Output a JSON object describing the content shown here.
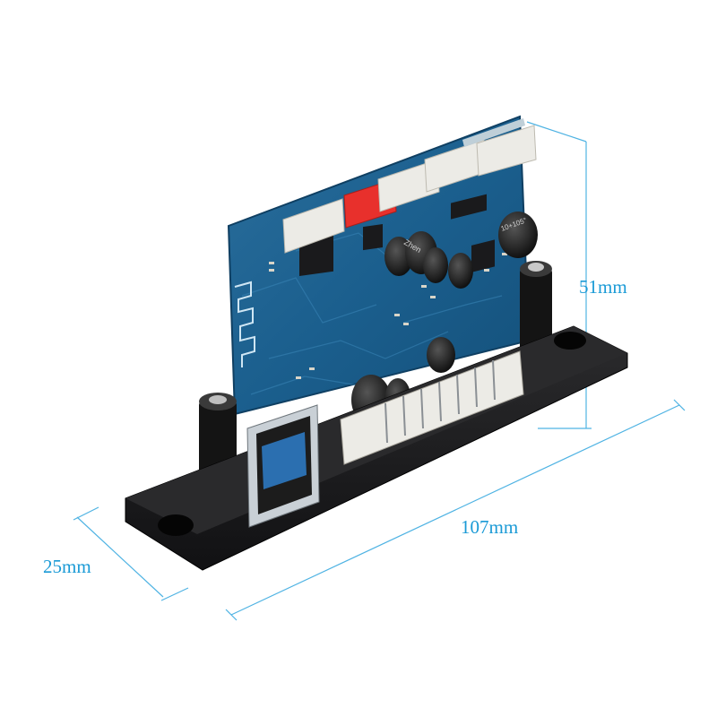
{
  "dimensions": {
    "height": "51mm",
    "length": "107mm",
    "depth": "25mm"
  },
  "silkscreen": {
    "cap_brand": "Zhen",
    "cap_rating": "10+105°"
  },
  "colors": {
    "accent": "#1a9ad6",
    "pcb_blue": "#1b5f8e",
    "bezel_black": "#1c1c1e",
    "connector_white": "#ecebe6",
    "connector_red": "#e8302c"
  }
}
